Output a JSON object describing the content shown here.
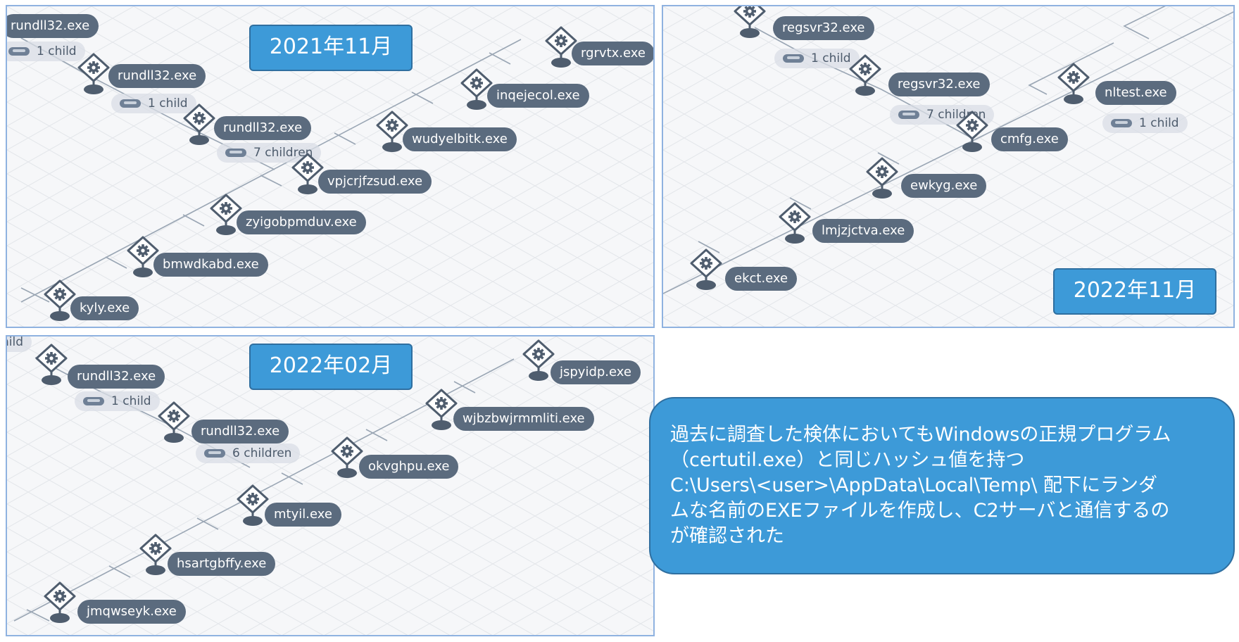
{
  "colors": {
    "panel_border": "#8fb2e0",
    "panel_bg": "#f6f7f9",
    "node_pill": "#5b6b7e",
    "label_blue": "#3d9ad8",
    "wire": "#9aa6b4"
  },
  "panels": [
    {
      "date_label": "2021年11月",
      "nodes": [
        {
          "label": "rundll32.exe",
          "icon": "process-gear-icon"
        },
        {
          "label": "rundll32.exe",
          "icon": "process-gear-icon"
        },
        {
          "label": "rundll32.exe",
          "icon": "process-gear-icon"
        },
        {
          "label": "rgrvtx.exe",
          "icon": "process-gear-icon"
        },
        {
          "label": "inqejecol.exe",
          "icon": "process-gear-icon"
        },
        {
          "label": "wudyelbitk.exe",
          "icon": "process-gear-icon"
        },
        {
          "label": "vpjcrjfzsud.exe",
          "icon": "process-gear-icon"
        },
        {
          "label": "zyigobpmduv.exe",
          "icon": "process-gear-icon"
        },
        {
          "label": "bmwdkabd.exe",
          "icon": "process-gear-icon"
        },
        {
          "label": "kyly.exe",
          "icon": "process-gear-icon"
        }
      ],
      "children_labels": [
        "1 child",
        "1 child",
        "7 children"
      ]
    },
    {
      "date_label": "2022年11月",
      "nodes": [
        {
          "label": "regsvr32.exe",
          "icon": "process-gear-icon"
        },
        {
          "label": "regsvr32.exe",
          "icon": "process-gear-icon"
        },
        {
          "label": "nltest.exe",
          "icon": "process-gear-icon"
        },
        {
          "label": "cmfg.exe",
          "icon": "process-gear-icon"
        },
        {
          "label": "ewkyg.exe",
          "icon": "process-gear-icon"
        },
        {
          "label": "lmjzjctva.exe",
          "icon": "process-gear-icon"
        },
        {
          "label": "ekct.exe",
          "icon": "process-gear-icon"
        }
      ],
      "children_labels": [
        "1 child",
        "7 children",
        "1 child"
      ]
    },
    {
      "date_label": "2022年02月",
      "nodes": [
        {
          "label": "rundll32.exe",
          "icon": "process-gear-icon"
        },
        {
          "label": "rundll32.exe",
          "icon": "process-gear-icon"
        },
        {
          "label": "jspyidp.exe",
          "icon": "process-gear-icon"
        },
        {
          "label": "wjbzbwjrmmliti.exe",
          "icon": "process-gear-icon"
        },
        {
          "label": "okvghpu.exe",
          "icon": "process-gear-icon"
        },
        {
          "label": "mtyil.exe",
          "icon": "process-gear-icon"
        },
        {
          "label": "hsartgbffy.exe",
          "icon": "process-gear-icon"
        },
        {
          "label": "jmqwseyk.exe",
          "icon": "process-gear-icon"
        }
      ],
      "children_labels": [
        "hild",
        "1 child",
        "6 children"
      ]
    }
  ],
  "callout": {
    "lines": [
      "過去に調査した検体においてもWindowsの正規プログラム",
      "（certutil.exe）と同じハッシュ値を持つ",
      "C:\\Users\\<user>\\AppData\\Local\\Temp\\ 配下にランダ",
      "ムな名前のEXEファイルを作成し、C2サーバと通信するの",
      "が確認された"
    ]
  }
}
